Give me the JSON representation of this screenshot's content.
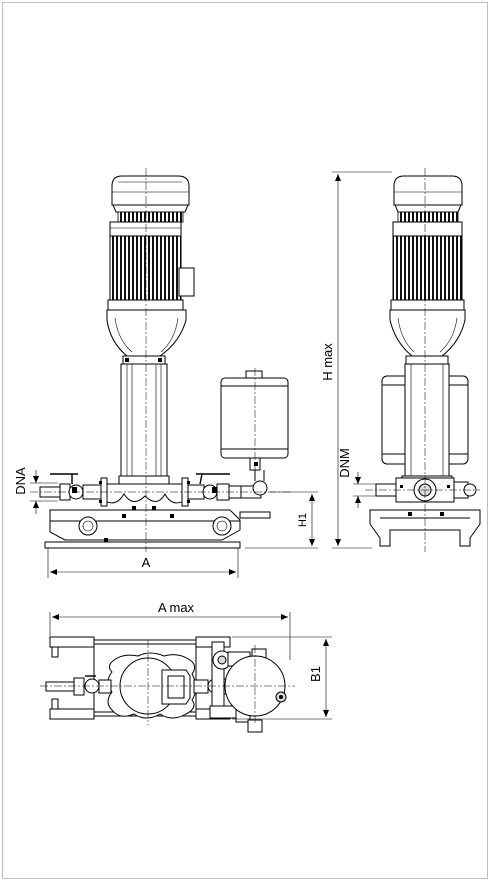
{
  "labels": {
    "dna": "DNA",
    "h1": "H1",
    "a": "A",
    "h_max": "H max",
    "dnm": "DNM",
    "a_max": "A max",
    "b1": "B1"
  }
}
